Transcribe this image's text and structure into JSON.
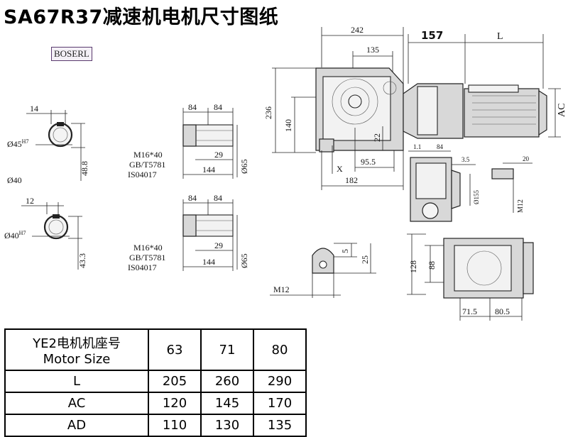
{
  "title": "SA67R37减速机电机尺寸图纸",
  "logo": "BOSERL",
  "dims": {
    "d242": "242",
    "d157": "157",
    "dL": "L",
    "d135": "135",
    "d236": "236",
    "d140": "140",
    "d22": "22",
    "d95_5": "95.5",
    "d182": "182",
    "dX": "X",
    "dAC": "AC",
    "d14": "14",
    "d45h7": "Ø45",
    "h7a": "H7",
    "d48_8": "48.8",
    "d40": "Ø40",
    "d12": "12",
    "d40h7": "Ø40",
    "h7b": "H7",
    "d43_3": "43.3",
    "d84a": "84",
    "d84b": "84",
    "m16a": "M16*40",
    "gba": "GB/T5781",
    "isoa": "IS04017",
    "d29a": "29",
    "d144a": "144",
    "d65a": "Ø65",
    "d84c": "84",
    "d84d": "84",
    "m16b": "M16*40",
    "gbb": "GB/T5781",
    "isob": "IS04017",
    "d29b": "29",
    "d144b": "144",
    "d65b": "Ø65",
    "d1_1": "1.1",
    "d84e": "84",
    "d3_5": "3.5",
    "d20": "20",
    "d155": "Ø155",
    "m12a": "M12",
    "d5": "5",
    "d25": "25",
    "m12b": "M12",
    "d128": "128",
    "d88": "88",
    "d71_5": "71.5",
    "d80_5": "80.5"
  },
  "table": {
    "header_cn": "YE2电机机座号",
    "header_en": "Motor Size",
    "sizes": [
      "63",
      "71",
      "80"
    ],
    "rows": [
      {
        "label": "L",
        "values": [
          "205",
          "260",
          "290"
        ]
      },
      {
        "label": "AC",
        "values": [
          "120",
          "145",
          "170"
        ]
      },
      {
        "label": "AD",
        "values": [
          "110",
          "130",
          "135"
        ]
      }
    ]
  }
}
